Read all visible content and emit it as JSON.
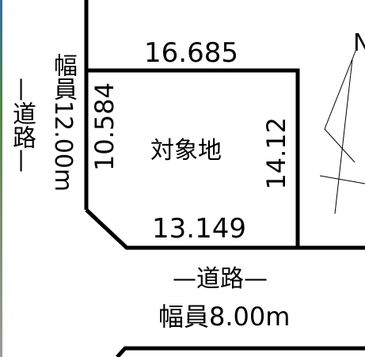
{
  "plan": {
    "top_dim": "16.685",
    "left_dim": "10.584",
    "right_dim": "14.12",
    "bottom_dim": "13.149",
    "subject_label": "対象地",
    "road_left_name": "—道路—",
    "road_left_width": "幅員12.00m",
    "road_bottom_name": "—道路—",
    "road_bottom_width": "幅員8.00m",
    "north_mark": "N"
  }
}
